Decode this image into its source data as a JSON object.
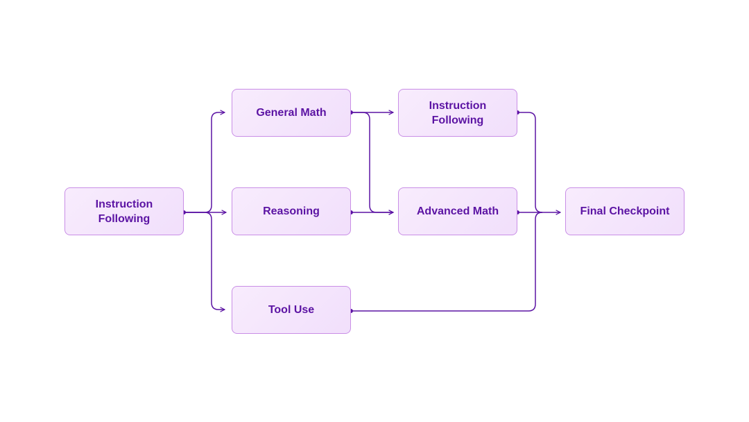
{
  "diagram": {
    "nodes": {
      "if_start": "Instruction\nFollowing",
      "general_math": "General Math",
      "reasoning": "Reasoning",
      "tool_use": "Tool Use",
      "if_mid": "Instruction\nFollowing",
      "advanced_math": "Advanced Math",
      "final": "Final Checkpoint"
    },
    "edges": [
      {
        "from": "if_start",
        "to": "general_math"
      },
      {
        "from": "if_start",
        "to": "reasoning"
      },
      {
        "from": "if_start",
        "to": "tool_use"
      },
      {
        "from": "general_math",
        "to": "if_mid"
      },
      {
        "from": "general_math",
        "to": "advanced_math"
      },
      {
        "from": "reasoning",
        "to": "advanced_math"
      },
      {
        "from": "if_mid",
        "to": "final"
      },
      {
        "from": "advanced_math",
        "to": "final"
      },
      {
        "from": "tool_use",
        "to": "final"
      }
    ],
    "colors": {
      "node_fill": "#f4e4fc",
      "node_border": "#c98ee6",
      "text": "#5b13a3",
      "edge": "#5b13a3"
    }
  }
}
